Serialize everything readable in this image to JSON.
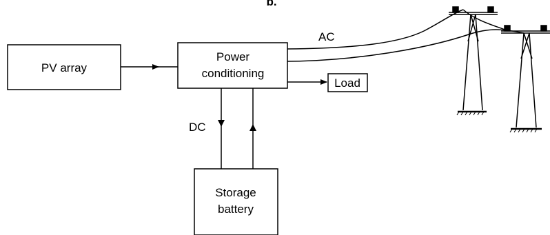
{
  "panel_label": "b.",
  "blocks": {
    "pv_array": "PV array",
    "power_conditioning": [
      "Power",
      "conditioning"
    ],
    "load": "Load",
    "storage_battery": [
      "Storage",
      "battery"
    ]
  },
  "connections": {
    "ac": "AC",
    "dc": "DC"
  }
}
